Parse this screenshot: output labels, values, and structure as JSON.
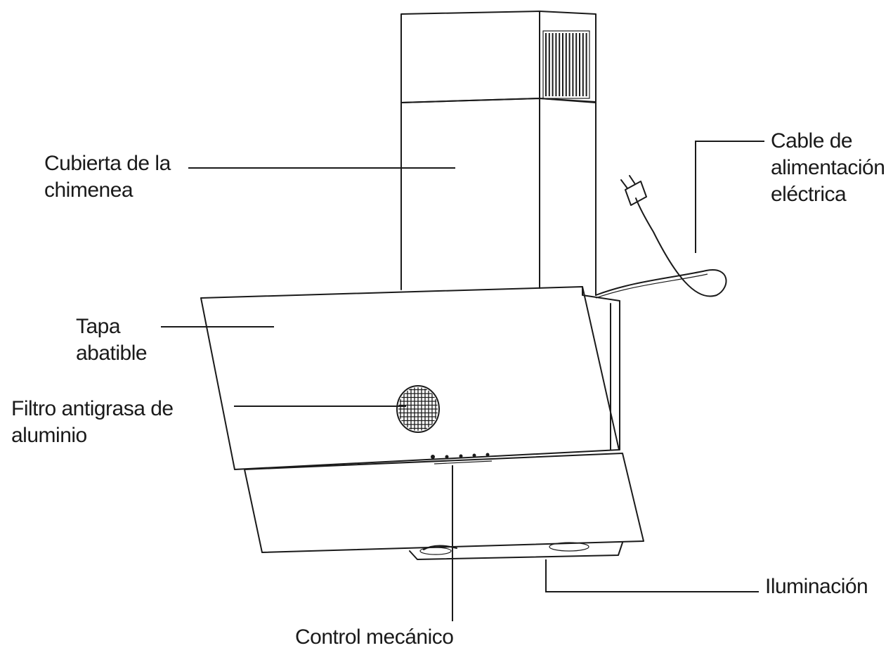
{
  "labels": {
    "chimney_cover": [
      "Cubierta de la",
      "chimenea"
    ],
    "power_cable": [
      "Cable de",
      "alimentación",
      "eléctrica"
    ],
    "flip_cover": [
      "Tapa",
      "abatible"
    ],
    "aluminium_filter": [
      "Filtro antigrasa de",
      "aluminio"
    ],
    "mechanical_control": "Control mecánico",
    "lighting": "Iluminación"
  },
  "colors": {
    "ink": "#1a1a1a",
    "background": "#ffffff"
  }
}
